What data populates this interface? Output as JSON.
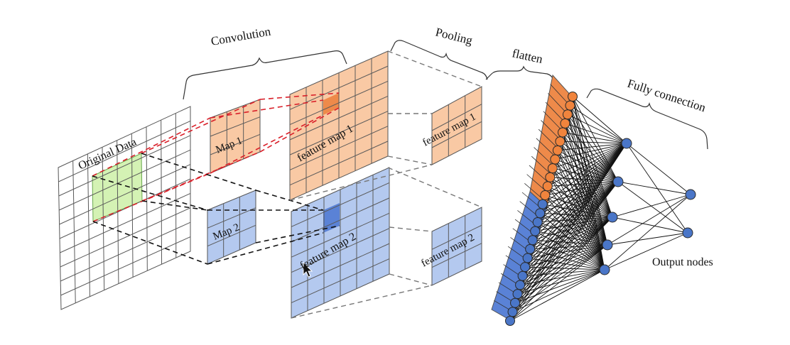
{
  "labels": {
    "convolution": "Convolution",
    "pooling": "Pooling",
    "flatten": "flatten",
    "fully_connection": "Fully connection",
    "original_data": "Original Data",
    "map1": "Map 1",
    "map2": "Map 2",
    "feature_map1_conv": "feature map 1",
    "feature_map2_conv": "feature map 2",
    "feature_map1_pool": "feature map 1",
    "feature_map2_pool": "feature map 2",
    "output_nodes": "Output nodes"
  },
  "colors": {
    "orange_fill": "#f9c9a4",
    "orange_dark": "#ee8a4a",
    "orange_node": "#f0843d",
    "blue_fill": "#b4c9ef",
    "blue_dark": "#5a82d6",
    "blue_node": "#4a76c8",
    "green_fill": "#d4f2b4",
    "grid_line": "#555555",
    "dash_red": "#d9202a",
    "dash_black": "#111111"
  },
  "network": {
    "flatten_orange_nodes": 12,
    "flatten_blue_nodes": 14,
    "hidden_nodes": 5,
    "output_nodes": 2
  }
}
